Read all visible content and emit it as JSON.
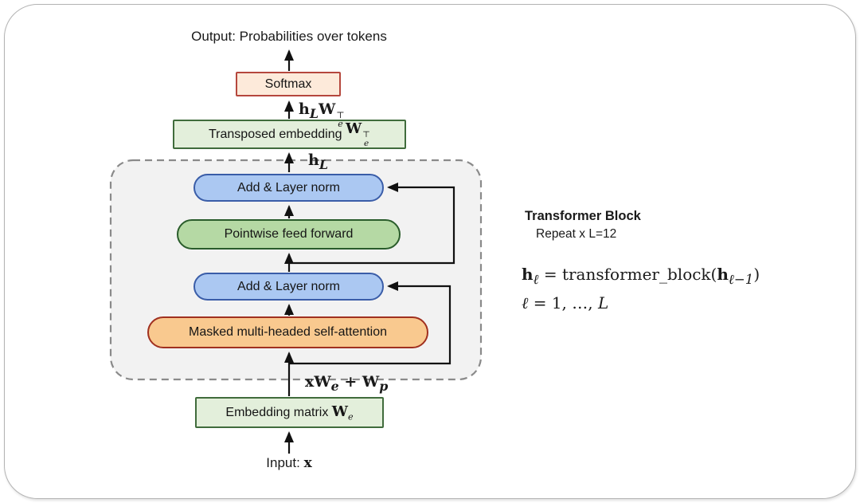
{
  "colors": {
    "softmax_fill": "#fdeada",
    "softmax_border": "#b5473d",
    "green_box_fill": "#e3efdb",
    "green_box_border": "#406c3c",
    "blue_fill": "#abc8f2",
    "blue_border": "#3a5da8",
    "green_pill_fill": "#b5d9a4",
    "green_pill_border": "#2a5c2b",
    "orange_fill": "#f9c98f",
    "orange_border": "#a0301f",
    "block_bg": "#f2f2f2",
    "dash_border": "#8a8a8a",
    "line": "#111111"
  },
  "diagram": {
    "output_label": "Output: Probabilities over tokens",
    "softmax_label": "Softmax",
    "transposed_label_html": "Transposed embedding&nbsp; <span class='mx big'><b>W</b><span class='ss'><span>⊤</span><span><i>e</i></span></span></span>",
    "add_norm_top_label": "Add & Layer norm",
    "feed_forward_label": "Pointwise feed forward",
    "add_norm_bottom_label": "Add & Layer norm",
    "attention_label": "Masked multi-headed self-attention",
    "embedding_label_html": "Embedding matrix&nbsp; <span class='mx big'><b>W</b><sub><i>e</i></sub></span>",
    "input_label_html": "Input: <span class='mx'><b>x</b></span>",
    "label_hl_we_html": "<b>h</b><sub><i>L</i></sub><b>W</b><span class='ss'><span>⊤</span><span><i>e</i></span></span>",
    "label_hl_html": "<b>h</b><sub><i>L</i></sub>",
    "label_xwe_wp_html": "<b>xW</b><sub><i>e</i></sub> + <b>W</b><sub><i>p</i></sub>"
  },
  "annotation": {
    "title": "Transformer Block",
    "subtitle": "Repeat x L=12",
    "formula_1_html": "<b>h</b><sub><i>ℓ</i></sub> = transformer_block(<b>h</b><sub><i>ℓ−1</i></sub>)",
    "formula_2_html": "<i>ℓ</i> = 1, …, <i>L</i>"
  }
}
